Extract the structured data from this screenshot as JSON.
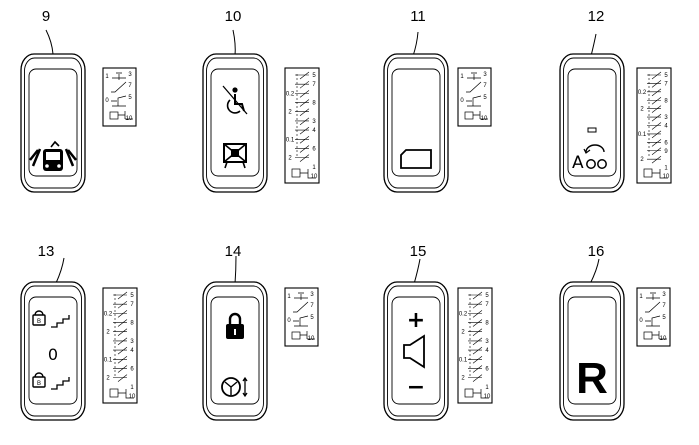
{
  "switches": [
    {
      "number": "9",
      "symbol": "vehicle-lights-icon",
      "diagram_labels": [
        "1",
        "3",
        "7",
        "0",
        "5",
        "10"
      ]
    },
    {
      "number": "10",
      "symbol": "disabled-access-crossed-icon",
      "diagram_labels": [
        "5",
        "7",
        "0.2",
        "8",
        "2",
        "3",
        "4",
        "0.1",
        "6",
        "2",
        "1",
        "10"
      ]
    },
    {
      "number": "11",
      "symbol": "blank-indicator-icon",
      "diagram_labels": [
        "1",
        "3",
        "7",
        "0",
        "5",
        "10"
      ]
    },
    {
      "number": "12",
      "symbol": "axle-lift-icon",
      "diagram_labels": [
        "5",
        "7",
        "0.2",
        "8",
        "2",
        "3",
        "4",
        "0.1",
        "6",
        "9",
        "2",
        "1",
        "10"
      ]
    },
    {
      "number": "13",
      "symbol": "lock-stairs-icon",
      "center_text": "0",
      "diagram_labels": [
        "5",
        "7",
        "0.2",
        "8",
        "2",
        "3",
        "4",
        "0.1",
        "6",
        "2",
        "1",
        "10"
      ]
    },
    {
      "number": "14",
      "symbol": "lock-steering-icon",
      "diagram_labels": [
        "1",
        "3",
        "7",
        "0",
        "5",
        "10"
      ]
    },
    {
      "number": "15",
      "symbol": "horn-plus-minus-icon",
      "plus_text": "+",
      "minus_text": "−",
      "diagram_labels": [
        "5",
        "7",
        "0.2",
        "8",
        "2",
        "3",
        "4",
        "0.1",
        "6",
        "2",
        "1",
        "10"
      ]
    },
    {
      "number": "16",
      "symbol": "reverse-letter-icon",
      "letter": "R",
      "diagram_labels": [
        "1",
        "3",
        "7",
        "0",
        "5",
        "10"
      ]
    }
  ]
}
